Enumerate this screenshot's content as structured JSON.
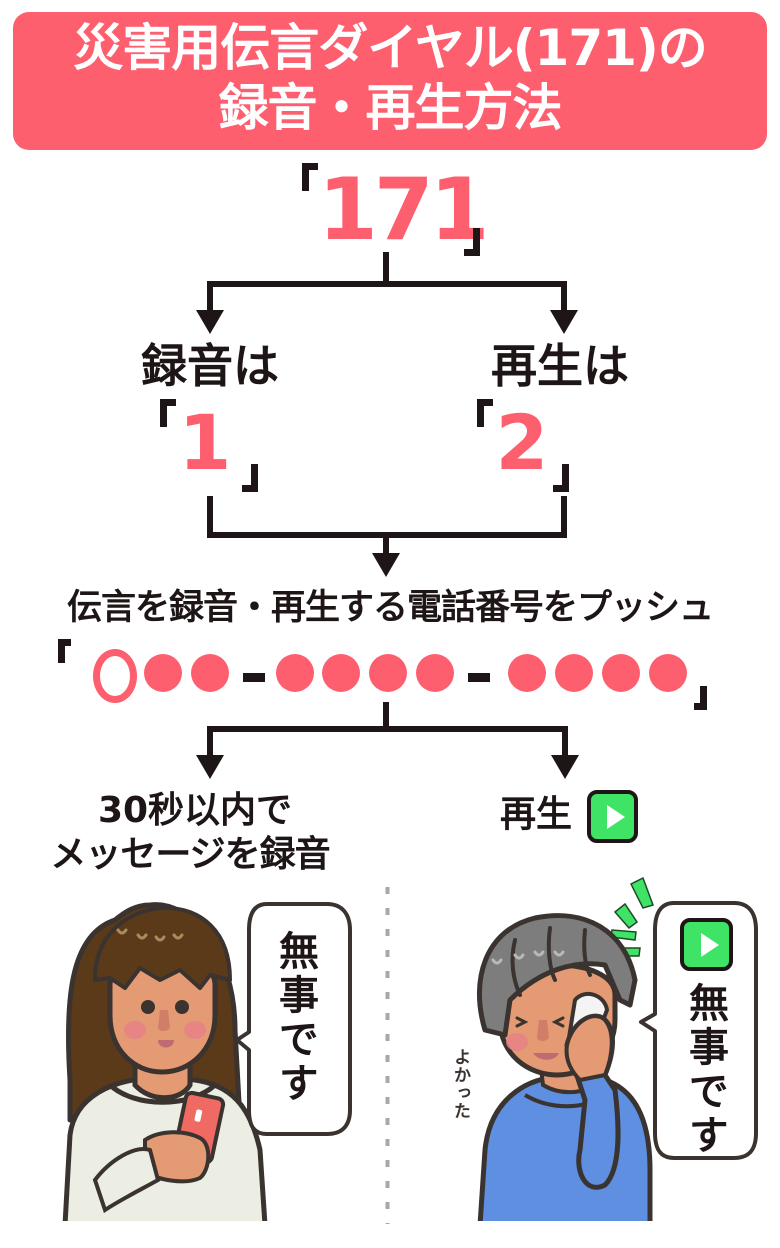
{
  "header": {
    "title_line1": "災害用伝言ダイヤル(171)の",
    "title_line2": "録音・再生方法",
    "background_color": "#fe5f6f",
    "text_color": "#ffffff"
  },
  "dial": {
    "open_bracket": "「",
    "number": "171",
    "close_bracket": "」"
  },
  "branches": {
    "record": {
      "label": "録音は",
      "key": "1"
    },
    "playback": {
      "label": "再生は",
      "key": "2"
    }
  },
  "phone_step": {
    "instruction": "伝言を録音・再生する電話番号をプッシュ",
    "number_pattern": "0●●-●●●●-●●●●",
    "first_digit": "0",
    "groups": [
      3,
      4,
      4
    ]
  },
  "results": {
    "record": {
      "line1": "30秒以内で",
      "line2": "メッセージを録音"
    },
    "playback": {
      "label": "再生",
      "icon": "play-icon"
    }
  },
  "illustrations": {
    "sender": {
      "description": "woman holding smartphone",
      "speech": "無事です"
    },
    "receiver": {
      "description": "elderly woman on phone",
      "speech": "無事です",
      "speech_icon": "play-icon",
      "aside": "よかった"
    }
  },
  "colors": {
    "accent_pink": "#fe5f6f",
    "ink": "#1e1616",
    "play_green": "#3fe466",
    "divider_gray": "#a8a8a8"
  }
}
